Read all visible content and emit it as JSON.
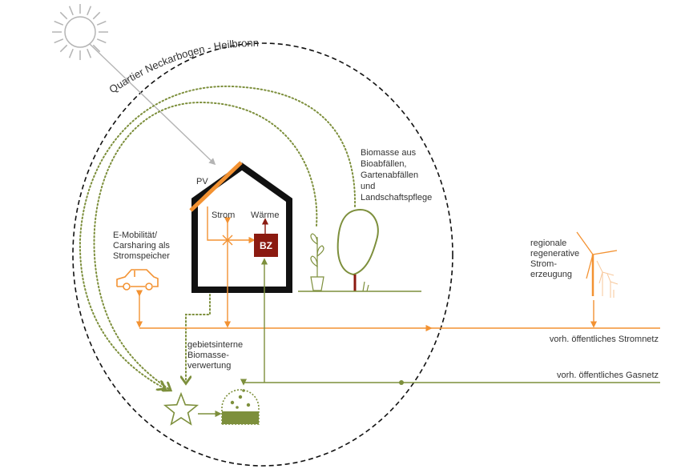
{
  "title": "Quartier Neckarbogen - Heilbronn",
  "labels": {
    "pv": "PV",
    "strom": "Strom",
    "waerme": "Wärme",
    "bz": "BZ",
    "emobility": [
      "E-Mobilität/",
      "Carsharing als",
      "Stromspeicher"
    ],
    "biomasse": [
      "Biomasse aus",
      "Bioabfällen,",
      "Gartenabfällen",
      "und",
      "Landschaftspflege"
    ],
    "regional": [
      "regionale",
      "regenerative",
      "Strom-",
      "erzeugung"
    ],
    "biomasse_intern": [
      "gebietsinterne",
      "Biomasse-",
      "verwertung"
    ],
    "stromnetz": "vorh. öffentliches Stromnetz",
    "gasnetz": "vorh. öffentliches Gasnetz"
  },
  "colors": {
    "orange": "#f39232",
    "green": "#7d8f3c",
    "dark_red": "#8b1a10",
    "gray": "#b4b4b4",
    "black": "#111111",
    "text": "#333333"
  },
  "icons": [
    "sun-icon",
    "house-icon",
    "car-icon",
    "plant-pot-icon",
    "tree-icon",
    "wind-turbine-icon",
    "star-icon",
    "biogas-dome-icon"
  ]
}
